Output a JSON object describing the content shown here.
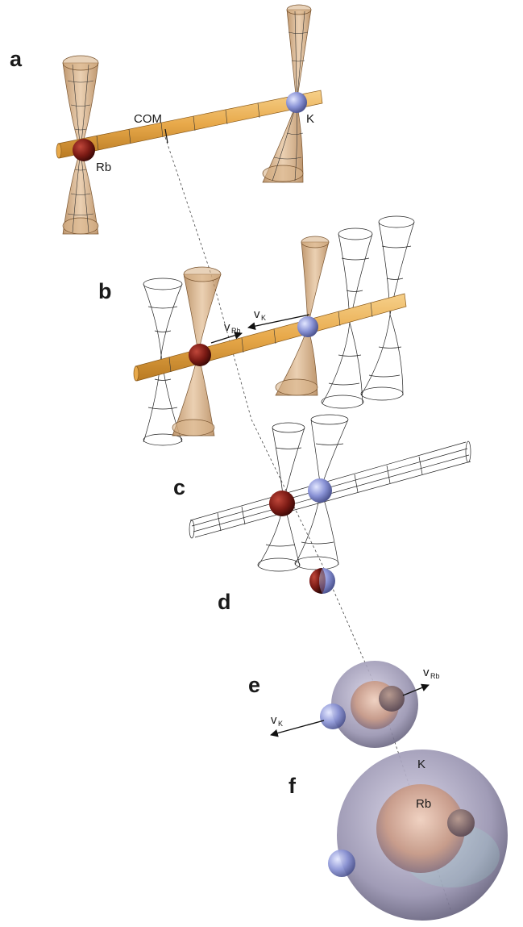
{
  "figure": {
    "panels": [
      {
        "id": "a",
        "letter": "a"
      },
      {
        "id": "b",
        "letter": "b"
      },
      {
        "id": "c",
        "letter": "c"
      },
      {
        "id": "d",
        "letter": "d"
      },
      {
        "id": "e",
        "letter": "e"
      },
      {
        "id": "f",
        "letter": "f"
      }
    ],
    "labels": {
      "com": "COM",
      "rb": "Rb",
      "k": "K",
      "v": "v",
      "sub_rb": "Rb",
      "sub_k": "K",
      "f_k": "K",
      "f_rb": "Rb"
    },
    "colors": {
      "beam": "#e8a94a",
      "cone": "#c8955e",
      "rb_atom": "#7a1a14",
      "k_atom": "#8a93d6",
      "wavefunction_outer": "#8f8aa6",
      "wavefunction_inner": "#d9a488"
    }
  }
}
